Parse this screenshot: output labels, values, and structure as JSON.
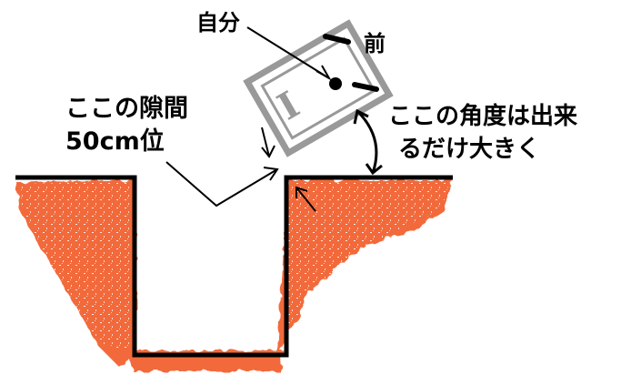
{
  "labels": {
    "self": "自分",
    "front": "前",
    "gap_line1": "ここの隙間",
    "gap_line2": "50cm位",
    "angle_line1": "ここの角度は出来",
    "angle_line2": "るだけ大きく",
    "box_mark": "I"
  },
  "colors": {
    "earth": "#F26B3A",
    "ink": "#000000",
    "box": "#999999",
    "background": "#FFFFFF"
  }
}
